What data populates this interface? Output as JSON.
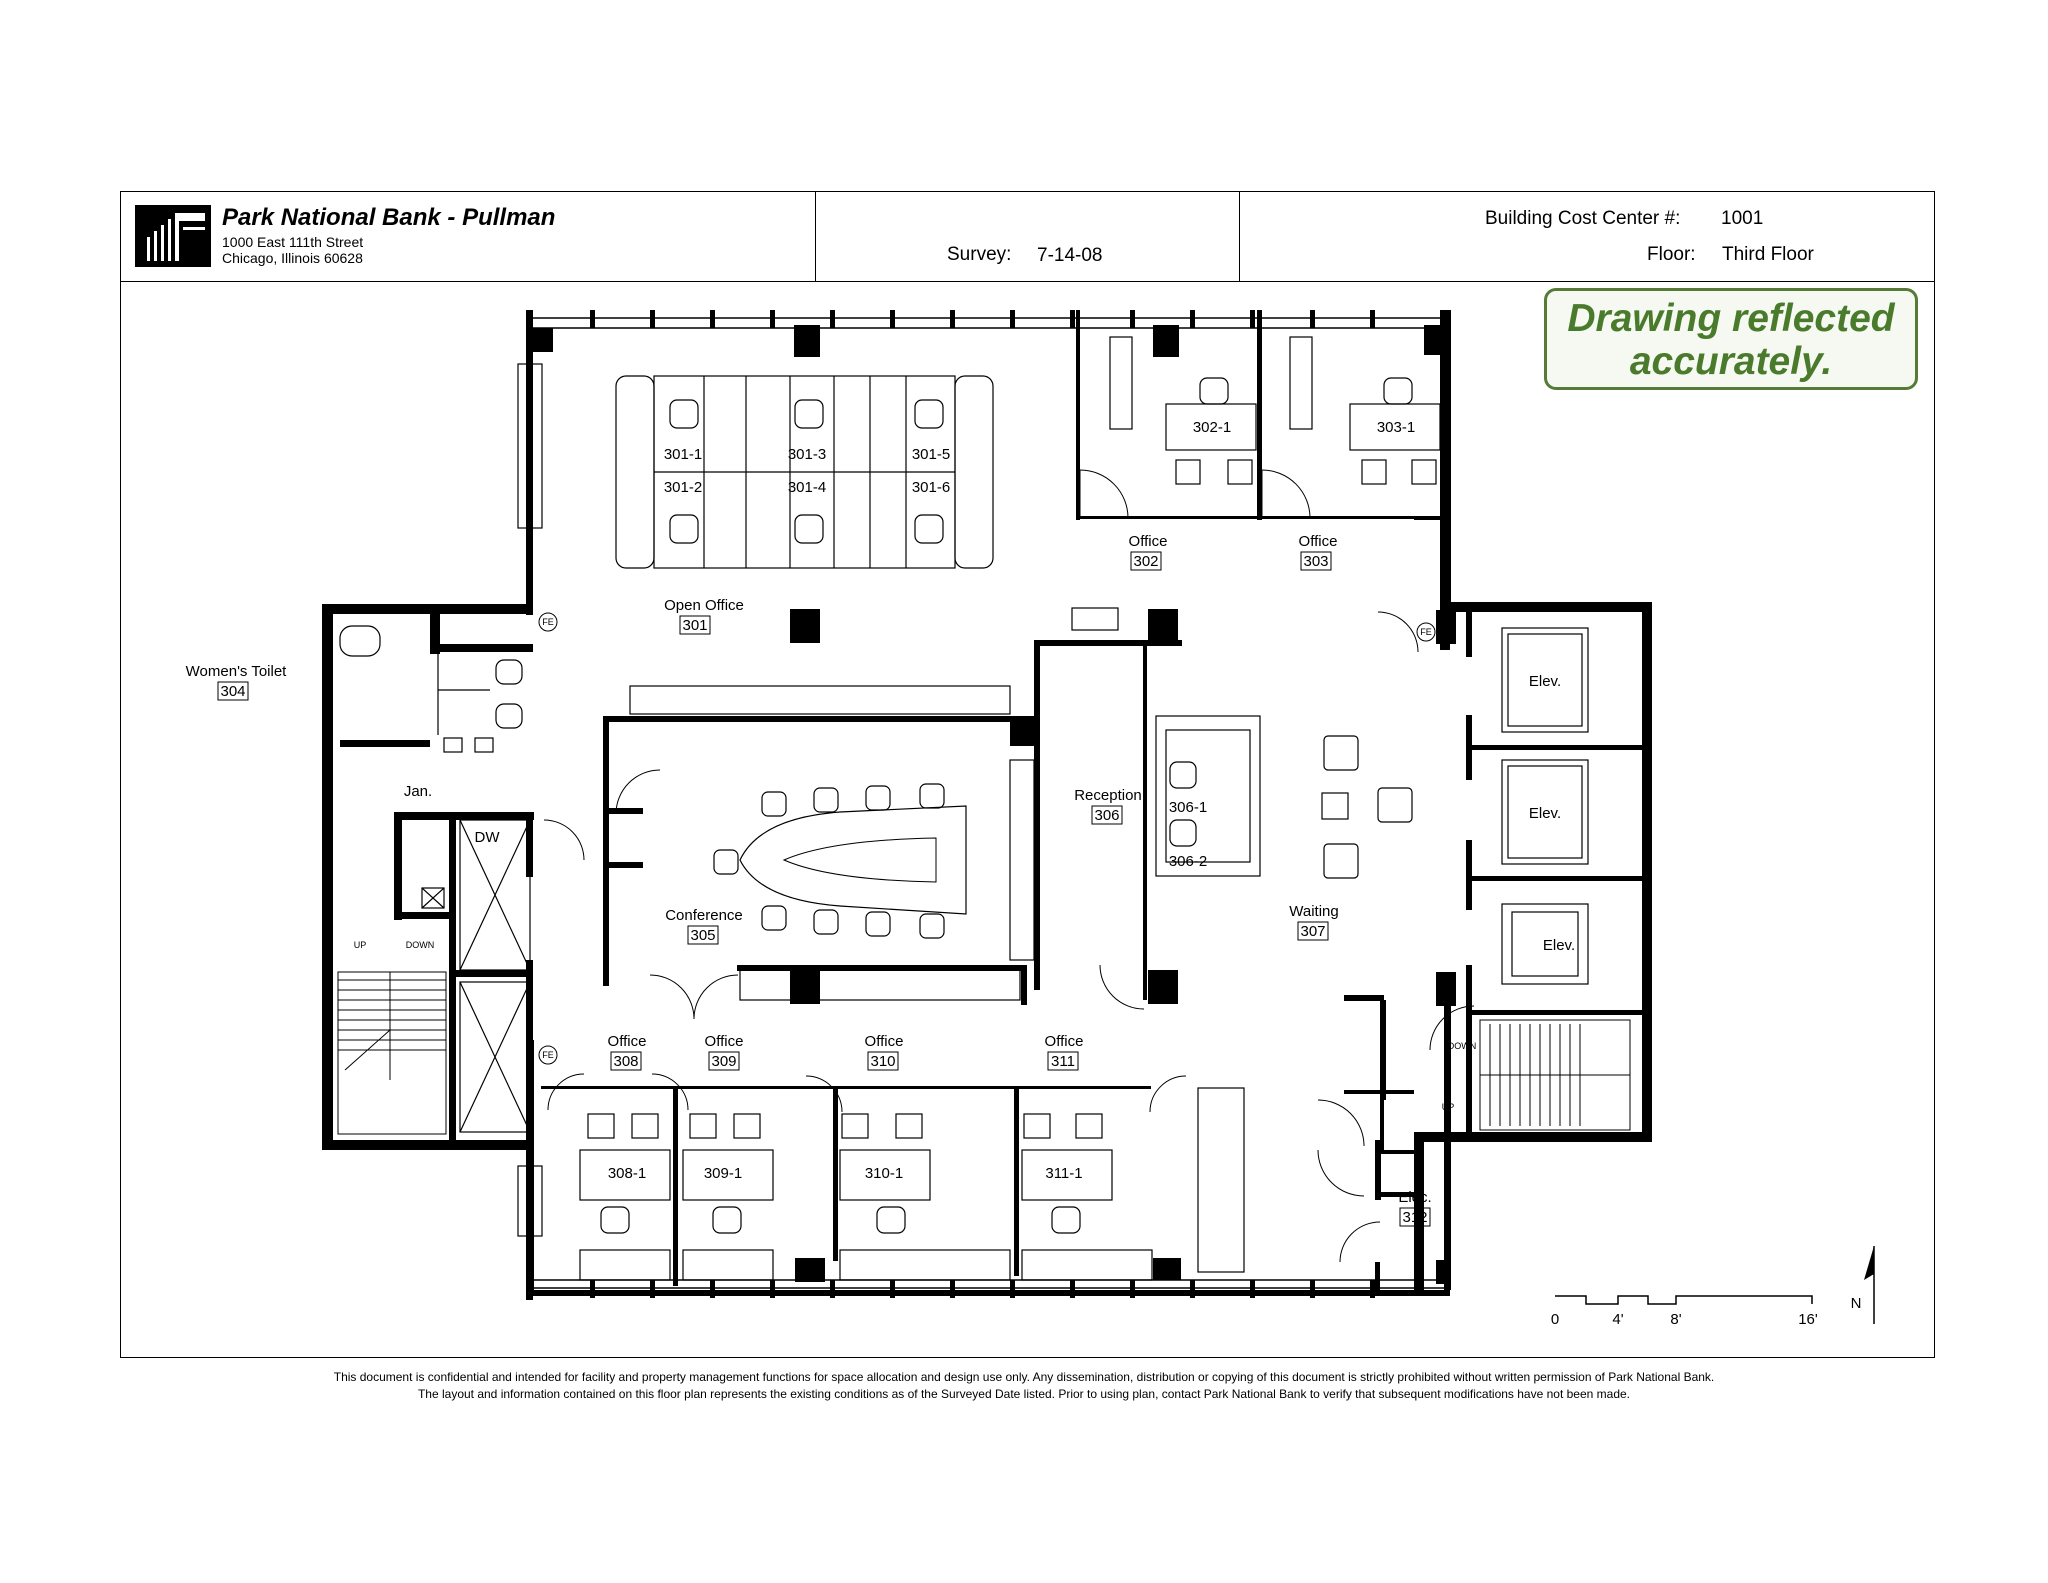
{
  "header": {
    "bank_name": "Park National Bank - Pullman",
    "address_line1": "1000 East 111th Street",
    "address_line2": "Chicago, Illinois 60628",
    "survey_label": "Survey:",
    "survey_date": "7-14-08",
    "cost_center_label": "Building Cost Center #:",
    "cost_center_value": "1001",
    "floor_label": "Floor:",
    "floor_value": "Third Floor"
  },
  "stamp": {
    "line1": "Drawing reflected",
    "line2": "accurately.",
    "color": "#4a7a2c"
  },
  "rooms": {
    "open_office": {
      "name": "Open Office",
      "number": "301"
    },
    "office_302": {
      "name": "Office",
      "number": "302"
    },
    "office_303": {
      "name": "Office",
      "number": "303"
    },
    "womens_toilet": {
      "name": "Women's Toilet",
      "number": "304"
    },
    "conference": {
      "name": "Conference",
      "number": "305"
    },
    "reception": {
      "name": "Reception",
      "number": "306"
    },
    "waiting": {
      "name": "Waiting",
      "number": "307"
    },
    "office_308": {
      "name": "Office",
      "number": "308"
    },
    "office_309": {
      "name": "Office",
      "number": "309"
    },
    "office_310": {
      "name": "Office",
      "number": "310"
    },
    "office_311": {
      "name": "Office",
      "number": "311"
    },
    "elec": {
      "name": "Elec.",
      "number": "312"
    },
    "jan": {
      "name": "Jan."
    },
    "dw": {
      "name": "DW"
    },
    "elev": "Elev."
  },
  "workstations": {
    "ws_301_1": "301-1",
    "ws_301_2": "301-2",
    "ws_301_3": "301-3",
    "ws_301_4": "301-4",
    "ws_301_5": "301-5",
    "ws_301_6": "301-6",
    "ws_302_1": "302-1",
    "ws_303_1": "303-1",
    "ws_306_1": "306-1",
    "ws_306_2": "306-2",
    "ws_308_1": "308-1",
    "ws_309_1": "309-1",
    "ws_310_1": "310-1",
    "ws_311_1": "311-1"
  },
  "markers": {
    "fire_extinguisher": "FE",
    "stair_up": "UP",
    "stair_down": "DOWN",
    "stair_down_caps": "DOWN",
    "stair_up_caps": "UP"
  },
  "scale_bar": {
    "tick_0": "0",
    "tick_4": "4'",
    "tick_8": "8'",
    "tick_16": "16'",
    "north": "N"
  },
  "footer": {
    "line1": "This document is confidential and intended for facility and property management functions for space allocation and design use only.  Any dissemination, distribution or copying of this document is strictly prohibited without written permission of Park National Bank.",
    "line2": "The layout and information contained on this floor plan represents the existing conditions as of the Surveyed Date listed.  Prior to using plan, contact Park National Bank to verify that subsequent modifications have not been made."
  }
}
